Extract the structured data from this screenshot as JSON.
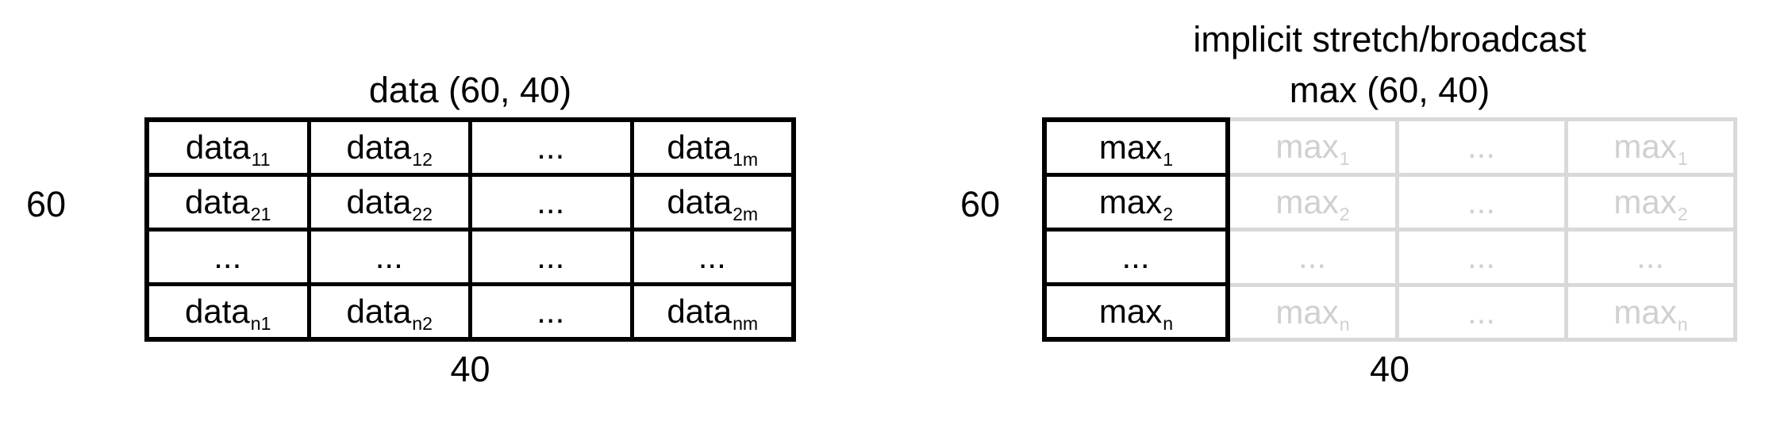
{
  "colors": {
    "ink": "#000000",
    "muted_line": "#d9d9d9",
    "muted_text": "#d0d0d0",
    "background": "#ffffff"
  },
  "left": {
    "title": "data (60, 40)",
    "row_dim_label": "60",
    "col_dim_label": "40",
    "rows": [
      [
        {
          "base": "data",
          "sub": "11"
        },
        {
          "base": "data",
          "sub": "12"
        },
        {
          "base": "...",
          "sub": ""
        },
        {
          "base": "data",
          "sub": "1m"
        }
      ],
      [
        {
          "base": "data",
          "sub": "21"
        },
        {
          "base": "data",
          "sub": "22"
        },
        {
          "base": "...",
          "sub": ""
        },
        {
          "base": "data",
          "sub": "2m"
        }
      ],
      [
        {
          "base": "...",
          "sub": ""
        },
        {
          "base": "...",
          "sub": ""
        },
        {
          "base": "...",
          "sub": ""
        },
        {
          "base": "...",
          "sub": ""
        }
      ],
      [
        {
          "base": "data",
          "sub": "n1"
        },
        {
          "base": "data",
          "sub": "n2"
        },
        {
          "base": "...",
          "sub": ""
        },
        {
          "base": "data",
          "sub": "nm"
        }
      ]
    ]
  },
  "right": {
    "caption": "implicit stretch/broadcast",
    "title": "max (60, 40)",
    "row_dim_label": "60",
    "col_dim_label": "40",
    "source_column": [
      {
        "base": "max",
        "sub": "1"
      },
      {
        "base": "max",
        "sub": "2"
      },
      {
        "base": "...",
        "sub": ""
      },
      {
        "base": "max",
        "sub": "n"
      }
    ],
    "broadcast_rows": [
      [
        {
          "base": "max",
          "sub": "1"
        },
        {
          "base": "...",
          "sub": ""
        },
        {
          "base": "max",
          "sub": "1"
        }
      ],
      [
        {
          "base": "max",
          "sub": "2"
        },
        {
          "base": "...",
          "sub": ""
        },
        {
          "base": "max",
          "sub": "2"
        }
      ],
      [
        {
          "base": "...",
          "sub": ""
        },
        {
          "base": "...",
          "sub": ""
        },
        {
          "base": "...",
          "sub": ""
        }
      ],
      [
        {
          "base": "max",
          "sub": "n"
        },
        {
          "base": "...",
          "sub": ""
        },
        {
          "base": "max",
          "sub": "n"
        }
      ]
    ]
  }
}
